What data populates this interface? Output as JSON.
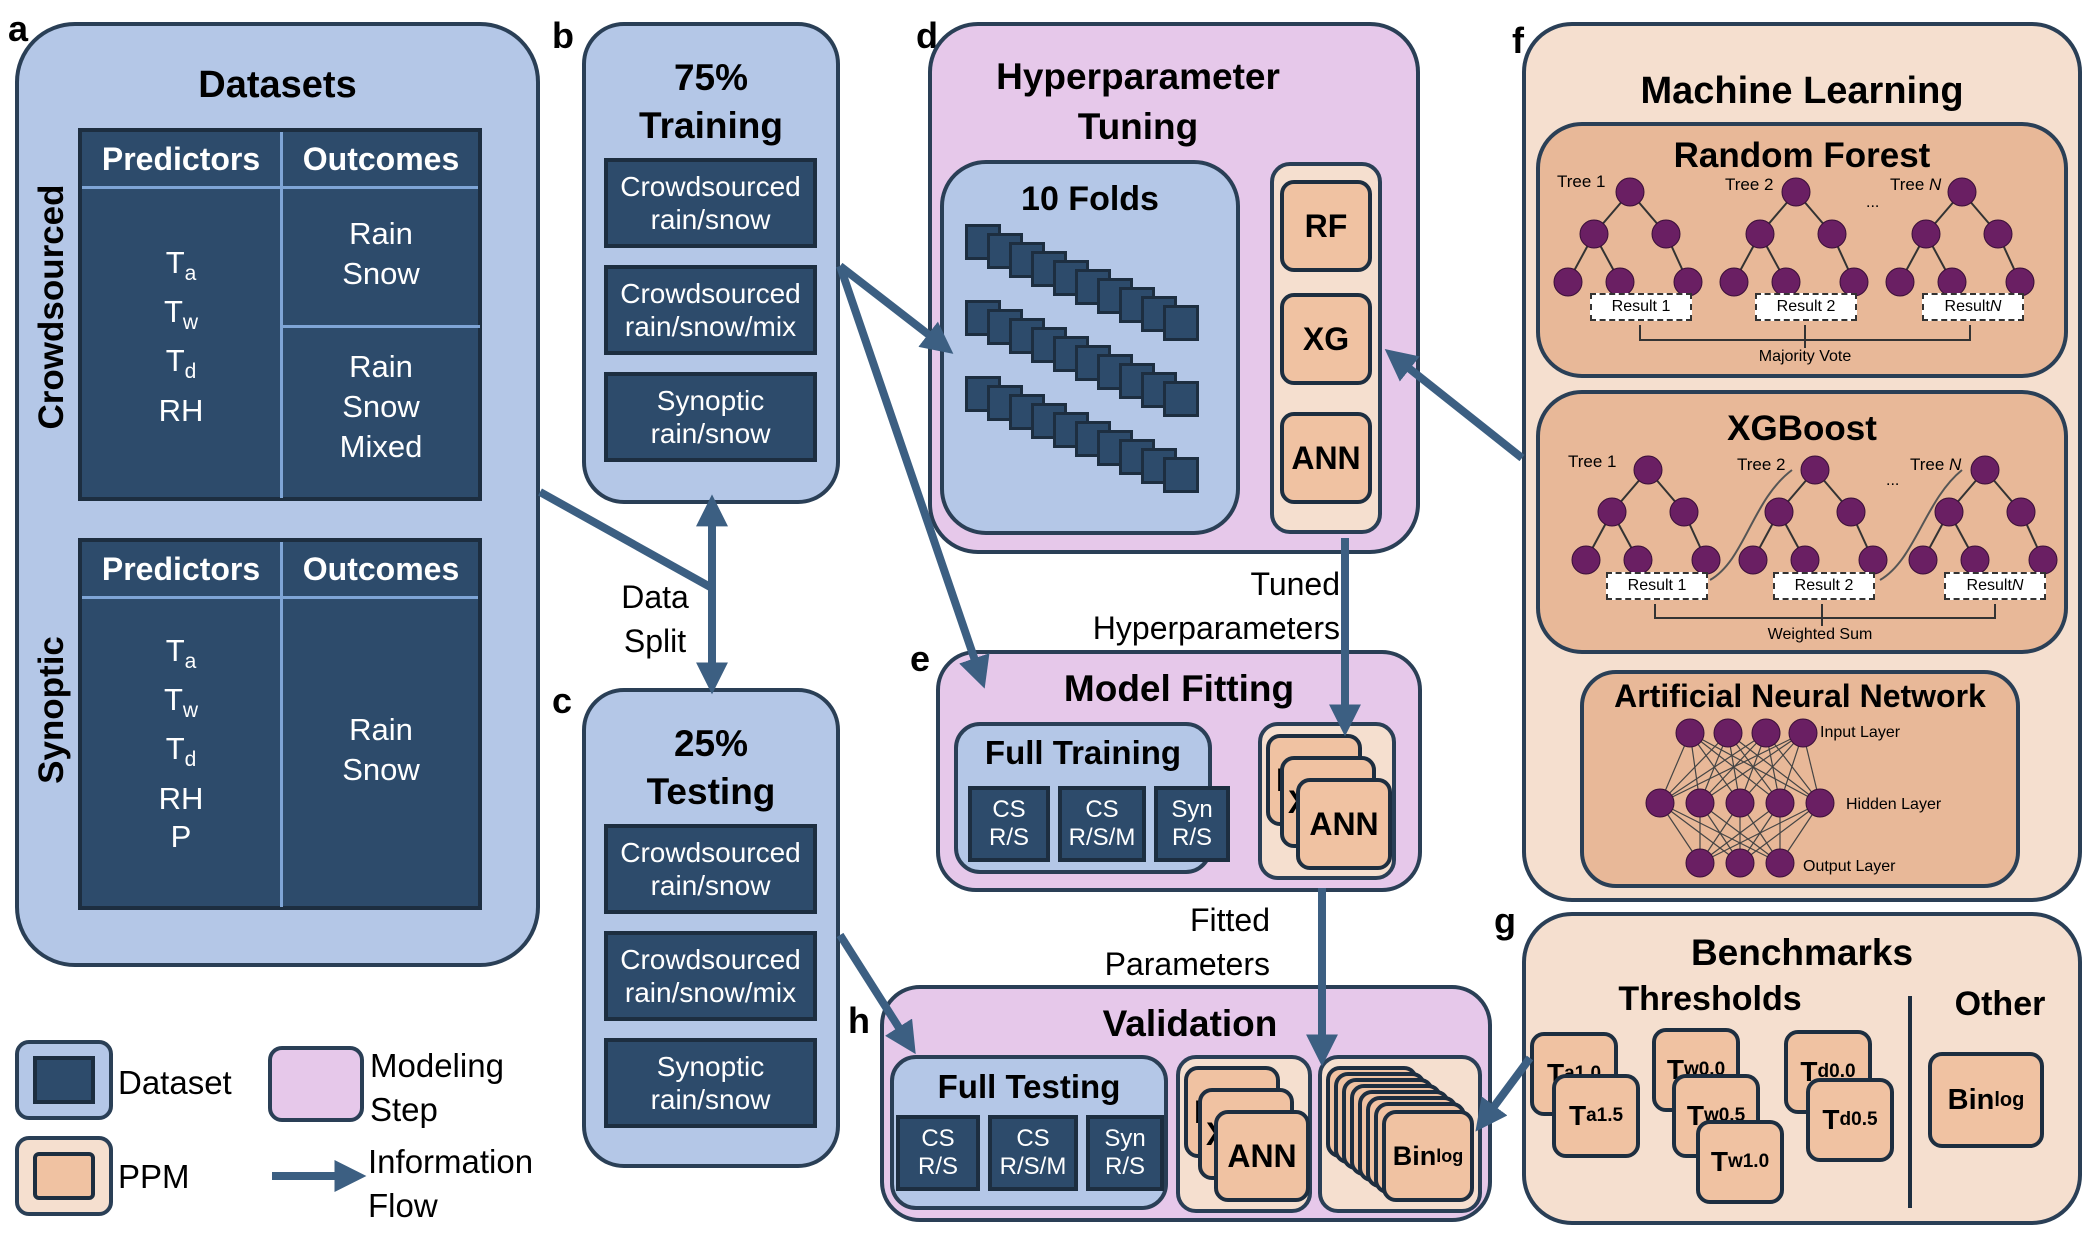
{
  "letters": {
    "a": "a",
    "b": "b",
    "c": "c",
    "d": "d",
    "e": "e",
    "f": "f",
    "g": "g",
    "h": "h"
  },
  "datasets": {
    "title": "Datasets",
    "crowdsourced_label": "Crowdsourced",
    "synoptic_label": "Synoptic",
    "predictors_header": "Predictors",
    "outcomes_header": "Outcomes",
    "cs_predictors": [
      [
        "T",
        "a"
      ],
      [
        "T",
        "w"
      ],
      [
        "T",
        "d"
      ],
      [
        "RH",
        ""
      ]
    ],
    "cs_outcomes_1": "Rain\nSnow",
    "cs_outcomes_2": "Rain\nSnow\nMixed",
    "syn_predictors": [
      [
        "T",
        "a"
      ],
      [
        "T",
        "w"
      ],
      [
        "T",
        "d"
      ],
      [
        "RH",
        ""
      ],
      [
        "P",
        ""
      ]
    ],
    "syn_outcomes": "Rain\nSnow"
  },
  "training": {
    "title": "75%\nTraining",
    "items": [
      "Crowdsourced\nrain/snow",
      "Crowdsourced\nrain/snow/mix",
      "Synoptic\nrain/snow"
    ]
  },
  "testing": {
    "title": "25%\nTesting",
    "items": [
      "Crowdsourced\nrain/snow",
      "Crowdsourced\nrain/snow/mix",
      "Synoptic\nrain/snow"
    ]
  },
  "data_split": "Data\nSplit",
  "tuning": {
    "title": "Hyperparameter\nTuning",
    "folds_title": "10 Folds",
    "models": [
      "RF",
      "XG",
      "ANN"
    ]
  },
  "tuned_label": "Tuned\nHyperparameters",
  "fitting": {
    "title": "Model Fitting",
    "full_training": "Full Training",
    "sets": [
      "CS\nR/S",
      "CS\nR/S/M",
      "Syn\nR/S"
    ],
    "stack_back_1": "R",
    "stack_back_2": "X",
    "stack_front": "ANN"
  },
  "fitted_label": "Fitted\nParameters",
  "validation": {
    "title": "Validation",
    "full_testing": "Full Testing",
    "sets": [
      "CS\nR/S",
      "CS\nR/S/M",
      "Syn\nR/S"
    ],
    "stack_back_1": "R",
    "stack_back_2": "X",
    "stack_front": "ANN",
    "bin_main": "Bin",
    "bin_sub": "log"
  },
  "ml": {
    "title": "Machine Learning",
    "rf_title": "Random Forest",
    "rf_trees": [
      [
        "Tree 1",
        ""
      ],
      [
        "Tree 2",
        ""
      ],
      [
        "Tree ",
        "N"
      ]
    ],
    "rf_results": [
      [
        "Result 1",
        ""
      ],
      [
        "Result 2",
        ""
      ],
      [
        "Result ",
        "N"
      ]
    ],
    "rf_combine": "Majority Vote",
    "ellipsis": "...",
    "xgb_title": "XGBoost",
    "xgb_trees": [
      [
        "Tree 1",
        ""
      ],
      [
        "Tree 2",
        ""
      ],
      [
        "Tree ",
        "N"
      ]
    ],
    "xgb_results": [
      [
        "Result 1",
        ""
      ],
      [
        "Result 2",
        ""
      ],
      [
        "Result ",
        "N"
      ]
    ],
    "xgb_combine": "Weighted Sum",
    "ann_title": "Artificial Neural Network",
    "ann_layers": [
      "Input Layer",
      "Hidden Layer",
      "Output Layer"
    ]
  },
  "benchmarks": {
    "title": "Benchmarks",
    "thresholds_title": "Thresholds",
    "other_title": "Other",
    "items": [
      [
        "T",
        "a1.0"
      ],
      [
        "T",
        "a1.5"
      ],
      [
        "T",
        "w0.0"
      ],
      [
        "T",
        "w0.5"
      ],
      [
        "T",
        "w1.0"
      ],
      [
        "T",
        "d0.0"
      ],
      [
        "T",
        "d0.5"
      ]
    ],
    "other_item": [
      "Bin",
      "log"
    ]
  },
  "legend": {
    "dataset": "Dataset",
    "modeling_step": "Modeling\nStep",
    "ppm": "PPM",
    "information_flow": "Information\nFlow"
  },
  "colors": {
    "panel_blue": "#b4c7e7",
    "dark_box": "#2d4b6b",
    "panel_pink": "#e6c8ea",
    "panel_tan": "#f5dfcf",
    "ppm": "#f0c2a2",
    "arrow": "#3c5f82",
    "tree_node": "#6a1f63"
  }
}
